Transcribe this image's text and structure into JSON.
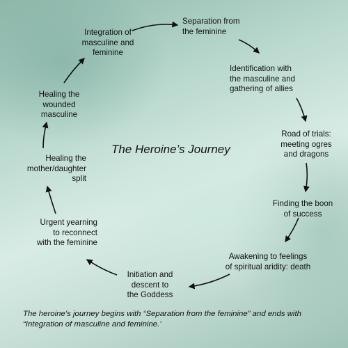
{
  "title": "The Heroine’s Journey",
  "caption": "The heroine’s journey begins with “Separation from the feminine” and ends with\n“Integration of masculine and feminine.’",
  "stages": [
    {
      "id": "separation",
      "label": "Separation from\nthe feminine"
    },
    {
      "id": "identification",
      "label": "Identification with\nthe masculine and\ngathering of allies"
    },
    {
      "id": "road-of-trials",
      "label": "Road of trials:\nmeeting ogres\nand dragons"
    },
    {
      "id": "boon",
      "label": "Finding the boon\nof success"
    },
    {
      "id": "awakening",
      "label": "Awakening to feelings\nof spiritual aridity: death"
    },
    {
      "id": "initiation",
      "label": "Initiation and\ndescent to\nthe Goddess"
    },
    {
      "id": "urgent-yearning",
      "label": "Urgent yearning\nto reconnect\nwith the feminine"
    },
    {
      "id": "healing-split",
      "label": "Healing the\nmother/daughter\nsplit"
    },
    {
      "id": "healing-masculine",
      "label": "Healing the\nwounded\nmasculine"
    },
    {
      "id": "integration",
      "label": "Integration of\nmasculine and\nfeminine"
    }
  ],
  "colors": {
    "text": "#111111",
    "arrow": "#111111"
  }
}
